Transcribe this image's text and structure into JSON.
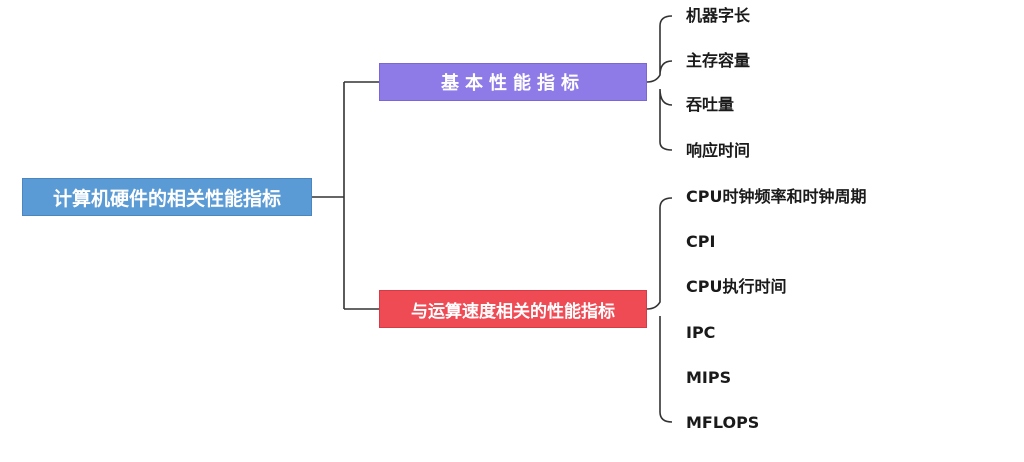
{
  "root": {
    "label": "计算机硬件的相关性能指标"
  },
  "branches": [
    {
      "label": "基本性能指标",
      "color": "#8e7be8",
      "children": [
        "机器字长",
        "主存容量",
        "吞吐量",
        "响应时间"
      ]
    },
    {
      "label": "与运算速度相关的性能指标",
      "color": "#ef4b55",
      "children": [
        "CPU时钟频率和时钟周期",
        "CPI",
        "CPU执行时间",
        "IPC",
        "MIPS",
        "MFLOPS"
      ]
    }
  ],
  "colors": {
    "root": "#5b9bd5",
    "connector": "#333333"
  }
}
